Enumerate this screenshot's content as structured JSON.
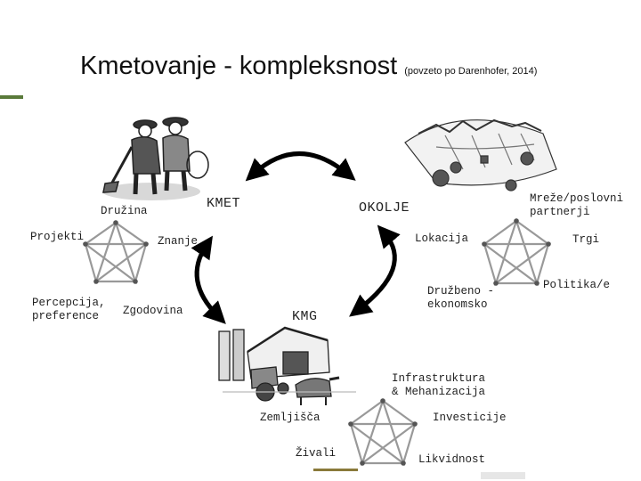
{
  "slide": {
    "title": "Kmetovanje - kompleksnost",
    "subtitle": "(povzeto po Darenhofer, 2014)",
    "accent_color": "#5a7a3a"
  },
  "nodes": {
    "kmet": "KMET",
    "okolje": "OKOLJE",
    "kmg": "KMG"
  },
  "kmet_factors": {
    "druzina": "Družina",
    "projekti": "Projekti",
    "znanje": "Znanje",
    "percepcija": "Percepcija,\npreference",
    "zgodovina": "Zgodovina"
  },
  "okolje_factors": {
    "mreze": "Mreže/poslovni\npartnerji",
    "lokacija": "Lokacija",
    "trgi": "Trgi",
    "druzbeno": "Družbeno -\nekonomsko",
    "politika": "Politika/e"
  },
  "kmg_factors": {
    "infrastruktura": "Infrastruktura\n& Mehanizacija",
    "zemljisca": "Zemljišča",
    "investicije": "Investicije",
    "zivali": "Živali",
    "likvidnost": "Likvidnost"
  },
  "icons": [
    "farmers-illustration",
    "landscape-illustration",
    "farm-illustration",
    "cycle-arrow-icon",
    "pentagram-network-icon"
  ]
}
